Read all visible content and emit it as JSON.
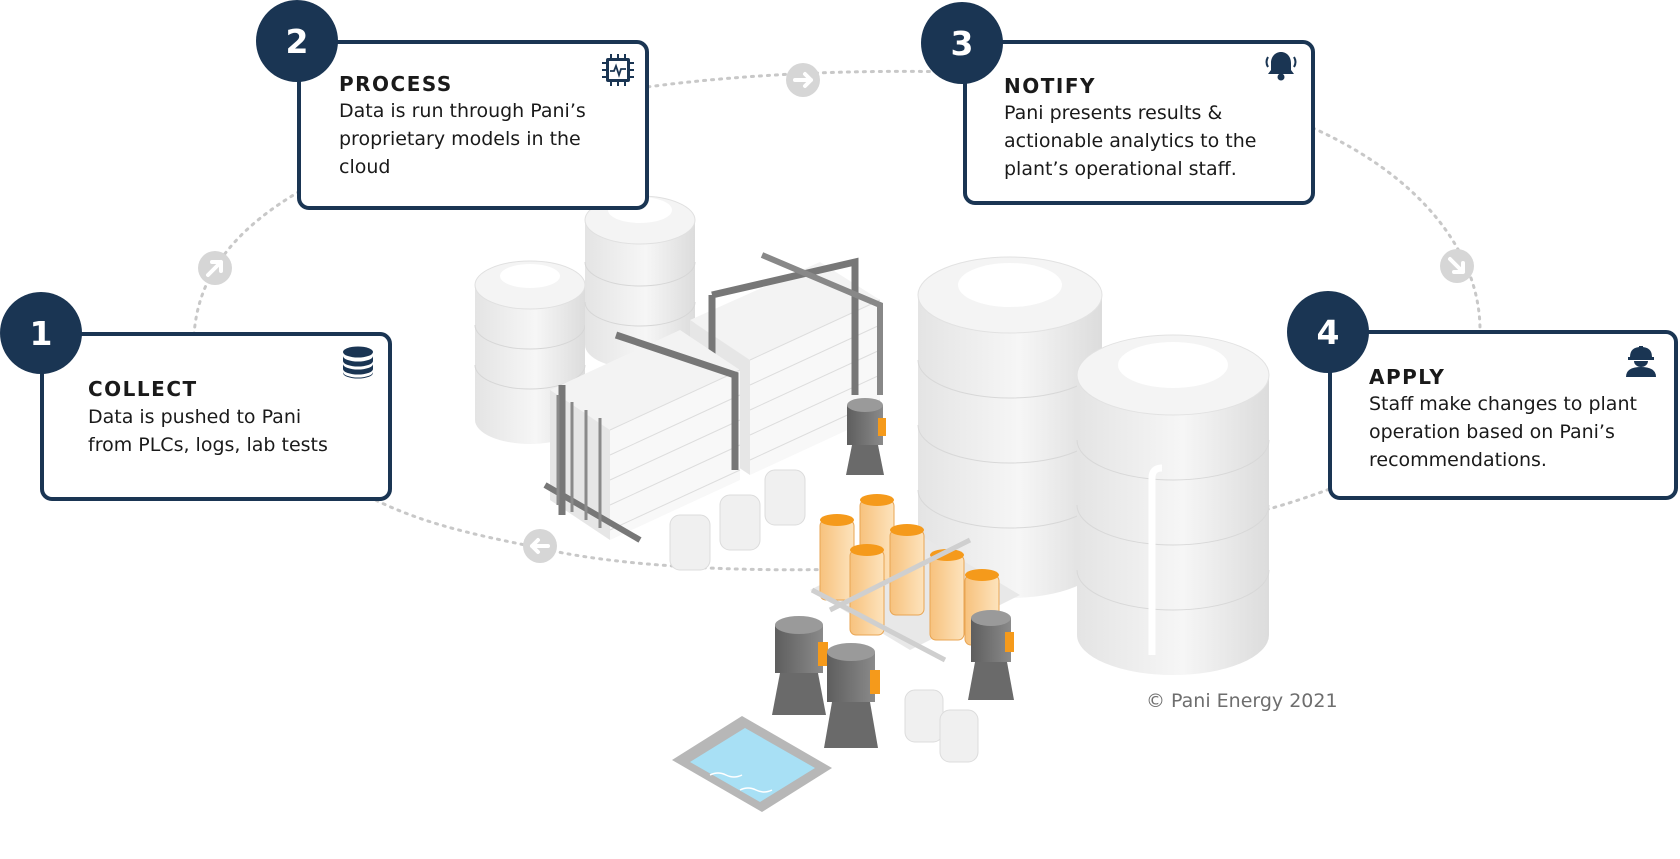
{
  "steps": [
    {
      "number": "1",
      "title": "COLLECT",
      "lines": [
        "Data is pushed to Pani",
        "from PLCs, logs, lab tests"
      ],
      "icon": "database-icon"
    },
    {
      "number": "2",
      "title": "PROCESS",
      "lines": [
        "Data is run through Pani’s",
        "proprietary models in the",
        "cloud"
      ],
      "icon": "processor-chip-icon"
    },
    {
      "number": "3",
      "title": "NOTIFY",
      "lines": [
        "Pani presents results &",
        "actionable analytics to the",
        "plant’s operational staff."
      ],
      "icon": "bell-icon"
    },
    {
      "number": "4",
      "title": "APPLY",
      "lines": [
        "Staff make changes to plant",
        "operation based on Pani’s",
        "recommendations."
      ],
      "icon": "worker-hardhat-icon"
    }
  ],
  "copyright": "© Pani Energy 2021",
  "colors": {
    "primary": "#1a3553",
    "ring": "#c8c8c8",
    "arrow": "#d3d3d3",
    "tank": "#ececec",
    "frame": "#6b6b6b",
    "membrane": "#f6c98a",
    "accent": "#f59a1b",
    "water": "#a8e0f5"
  }
}
